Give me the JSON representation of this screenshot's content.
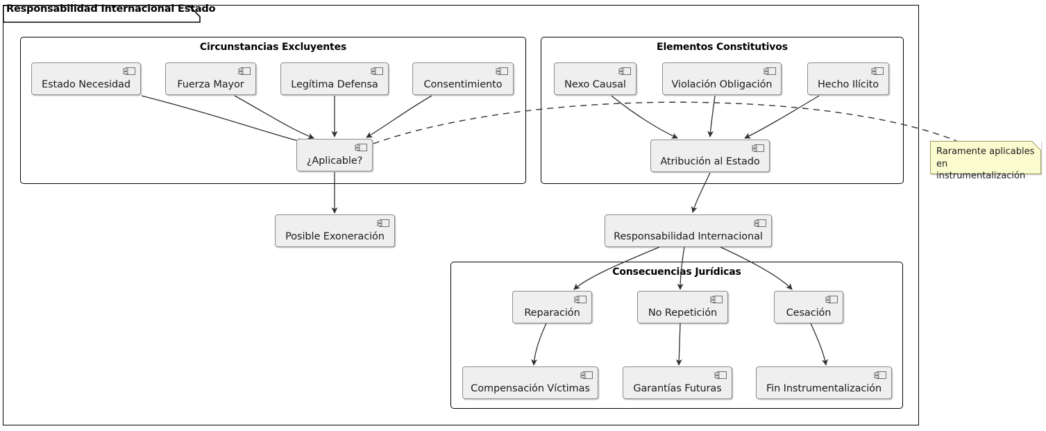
{
  "frame": {
    "title": "Responsabilidad Internacional Estado"
  },
  "packages": [
    {
      "id": "circunstancias",
      "title": "Circunstancias Excluyentes"
    },
    {
      "id": "elementos",
      "title": "Elementos Constitutivos"
    },
    {
      "id": "consecuencias",
      "title": "Consecuencias Jurídicas"
    }
  ],
  "components": [
    {
      "id": "estado-necesidad",
      "label": "Estado Necesidad"
    },
    {
      "id": "fuerza-mayor",
      "label": "Fuerza Mayor"
    },
    {
      "id": "legitima-defensa",
      "label": "Legítima Defensa"
    },
    {
      "id": "consentimiento",
      "label": "Consentimiento"
    },
    {
      "id": "aplicable",
      "label": "¿Aplicable?"
    },
    {
      "id": "posible-exoneracion",
      "label": "Posible Exoneración"
    },
    {
      "id": "nexo-causal",
      "label": "Nexo Causal"
    },
    {
      "id": "violacion-obligacion",
      "label": "Violación Obligación"
    },
    {
      "id": "hecho-ilicito",
      "label": "Hecho Ilícito"
    },
    {
      "id": "atribucion-al-estado",
      "label": "Atribución al Estado"
    },
    {
      "id": "responsabilidad-internacional",
      "label": "Responsabilidad Internacional"
    },
    {
      "id": "reparacion",
      "label": "Reparación"
    },
    {
      "id": "no-repeticion",
      "label": "No Repetición"
    },
    {
      "id": "cesacion",
      "label": "Cesación"
    },
    {
      "id": "compensacion-victimas",
      "label": "Compensación Víctimas"
    },
    {
      "id": "garantias-futuras",
      "label": "Garantías Futuras"
    },
    {
      "id": "fin-instrumentalizacion",
      "label": "Fin Instrumentalización"
    }
  ],
  "note": {
    "line1": "Raramente aplicables",
    "line2": "en instrumentalización"
  },
  "colors": {
    "component_fill": "#EFEFEF",
    "component_border": "#8C8C8C",
    "package_border": "#000000",
    "note_fill": "#FBFBD0",
    "note_border": "#9C9C5E",
    "edge": "#2F2F2F",
    "background": "#FFFFFF"
  },
  "edges": [
    {
      "from": "estado-necesidad",
      "to": "aplicable",
      "style": "solid"
    },
    {
      "from": "fuerza-mayor",
      "to": "aplicable",
      "style": "solid"
    },
    {
      "from": "legitima-defensa",
      "to": "aplicable",
      "style": "solid"
    },
    {
      "from": "consentimiento",
      "to": "aplicable",
      "style": "solid"
    },
    {
      "from": "aplicable",
      "to": "posible-exoneracion",
      "style": "solid"
    },
    {
      "from": "aplicable",
      "to": "note",
      "style": "dashed"
    },
    {
      "from": "nexo-causal",
      "to": "atribucion-al-estado",
      "style": "solid"
    },
    {
      "from": "violacion-obligacion",
      "to": "atribucion-al-estado",
      "style": "solid"
    },
    {
      "from": "hecho-ilicito",
      "to": "atribucion-al-estado",
      "style": "solid"
    },
    {
      "from": "atribucion-al-estado",
      "to": "responsabilidad-internacional",
      "style": "solid"
    },
    {
      "from": "responsabilidad-internacional",
      "to": "reparacion",
      "style": "solid"
    },
    {
      "from": "responsabilidad-internacional",
      "to": "no-repeticion",
      "style": "solid"
    },
    {
      "from": "responsabilidad-internacional",
      "to": "cesacion",
      "style": "solid"
    },
    {
      "from": "reparacion",
      "to": "compensacion-victimas",
      "style": "solid"
    },
    {
      "from": "no-repeticion",
      "to": "garantias-futuras",
      "style": "solid"
    },
    {
      "from": "cesacion",
      "to": "fin-instrumentalizacion",
      "style": "solid"
    }
  ]
}
